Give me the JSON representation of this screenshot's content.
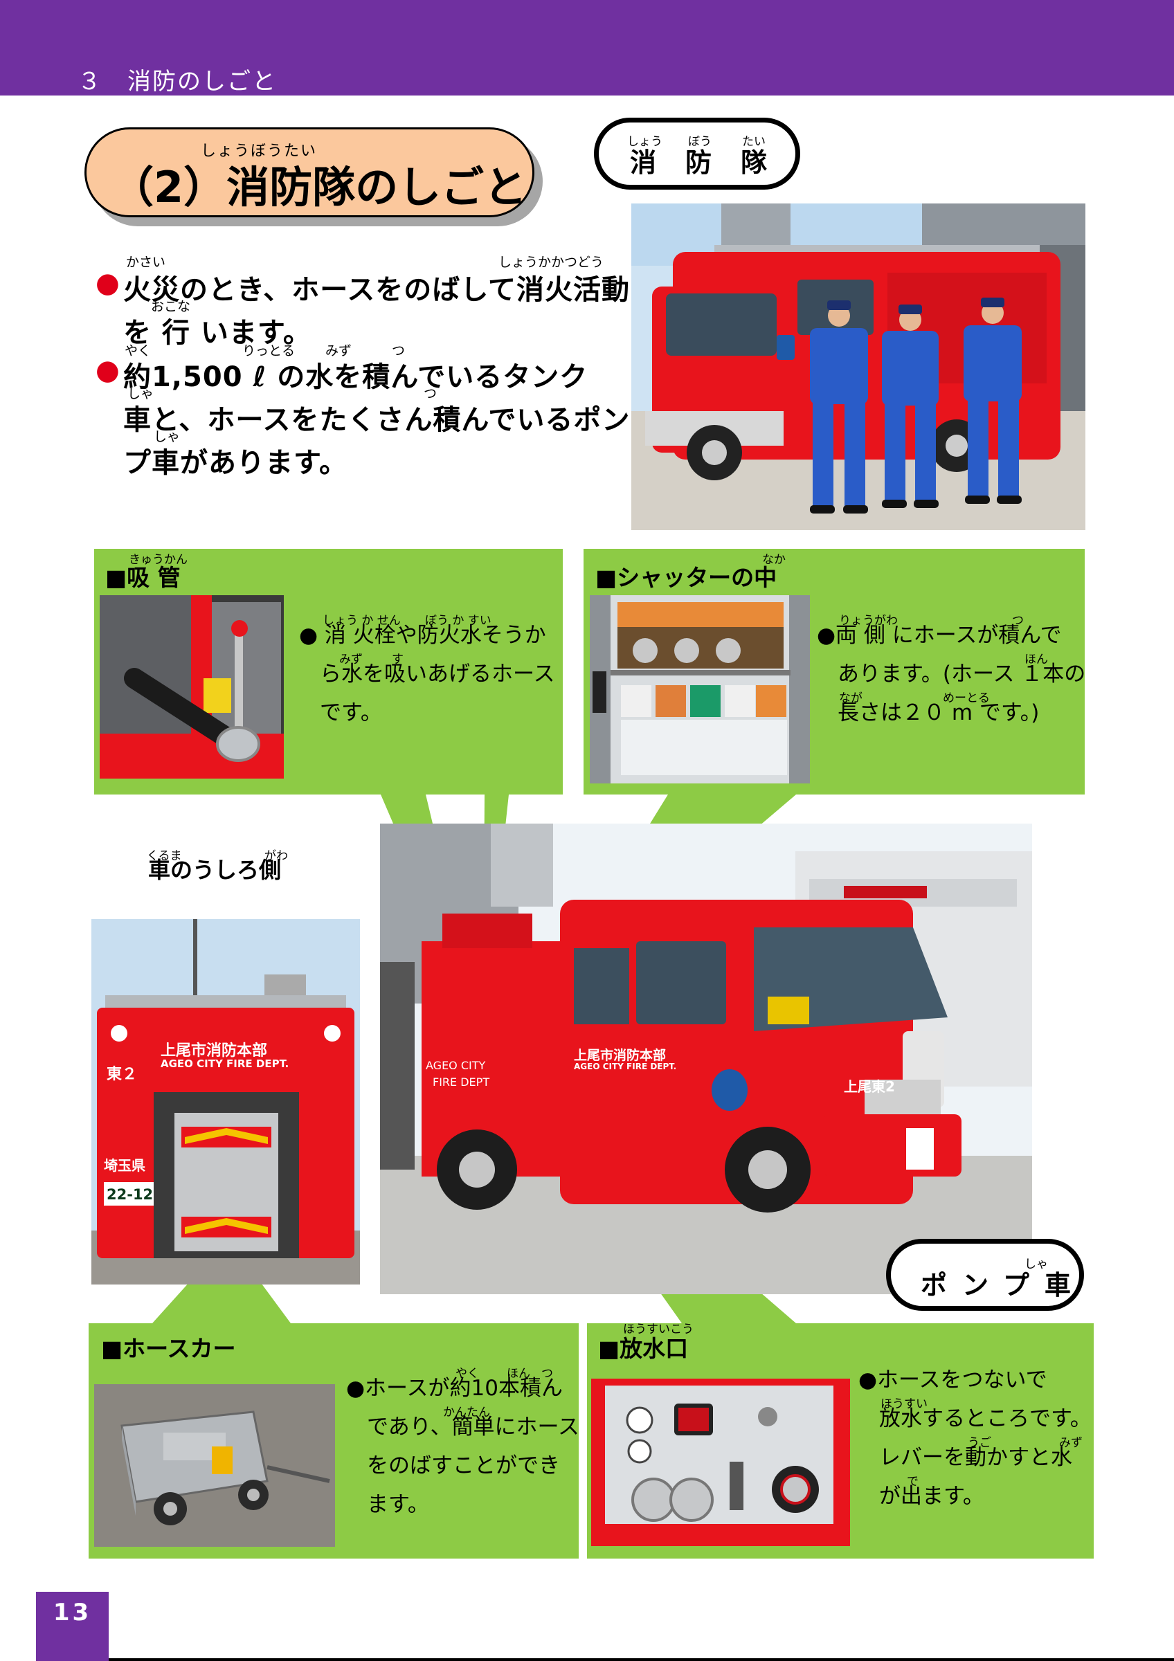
{
  "header": {
    "chapter": "３　消防のしごと"
  },
  "section": {
    "title": "（2）消防隊のしごと",
    "title_ruby": "しょうぼうたい"
  },
  "label_top": {
    "text": "消防隊",
    "ruby": [
      "しょう",
      "ぼう",
      "たい"
    ]
  },
  "intro": {
    "lines": [
      "火災のとき、ホースをのばして消火活動",
      "を 行 います。",
      "約1,500 ℓ の水を積んでいるタンク",
      "車と、ホースをたくさん積んでいるポン",
      "プ車があります。"
    ],
    "rubies": [
      "かさい",
      "しょうかかつどう",
      "おこな",
      "やく",
      "りっとる",
      "みず",
      "つ",
      "しゃ",
      "つ",
      "しゃ"
    ]
  },
  "panels": {
    "suction": {
      "title": "■吸 管",
      "title_ruby": "きゅうかん",
      "lines": [
        "● 消 火栓や防火水そうか",
        "ら水を吸いあげるホース",
        "です。"
      ],
      "rubies": [
        "しょう か せん",
        "ぼう か すい",
        "みず",
        "す"
      ]
    },
    "shutter": {
      "title": "■シャッターの中",
      "title_ruby": "なか",
      "lines": [
        "●両 側 にホースが積んで",
        "あります。(ホース １本の",
        "長さは２０ m です。)"
      ],
      "rubies": [
        "りょうがわ",
        "つ",
        "ほん",
        "なが",
        "めーとる"
      ]
    },
    "hosecart": {
      "title": "■ホースカー",
      "lines": [
        "●ホースが約10本積ん",
        "であり、簡単にホース",
        "をのばすことができ",
        "ます。"
      ],
      "rubies": [
        "やく",
        "ほん",
        "つ",
        "かんたん"
      ]
    },
    "outlet": {
      "title": "■放水口",
      "title_ruby": "ほうすいこう",
      "lines": [
        "●ホースをつないで",
        "放水するところです。",
        "レバーを動かすと水",
        "が出ます。"
      ],
      "rubies": [
        "ほうすい",
        "うご",
        "みず",
        "で"
      ]
    }
  },
  "car_rear": {
    "label": "車のうしろ側",
    "rubies": [
      "くるま",
      "がわ"
    ]
  },
  "label_pump": {
    "text": "ポンプ車",
    "ruby": "しゃ"
  },
  "truck_text": {
    "dept_jp": "上尾市消防本部",
    "dept_en": "AGEO CITY FIRE DEPT.",
    "unit": "東２",
    "pref": "埼玉県",
    "plate": "22-12",
    "side_name": "上尾東2",
    "side_en_1": "AGEO CITY",
    "side_en_2": "FIRE DEPT"
  },
  "footer": {
    "page_number": "13"
  },
  "colors": {
    "header": "#7030a0",
    "green_panel": "#8dcb45",
    "title_pill": "#fbc89d",
    "bullet": "#e0001a",
    "truck_red": "#e8141c"
  }
}
